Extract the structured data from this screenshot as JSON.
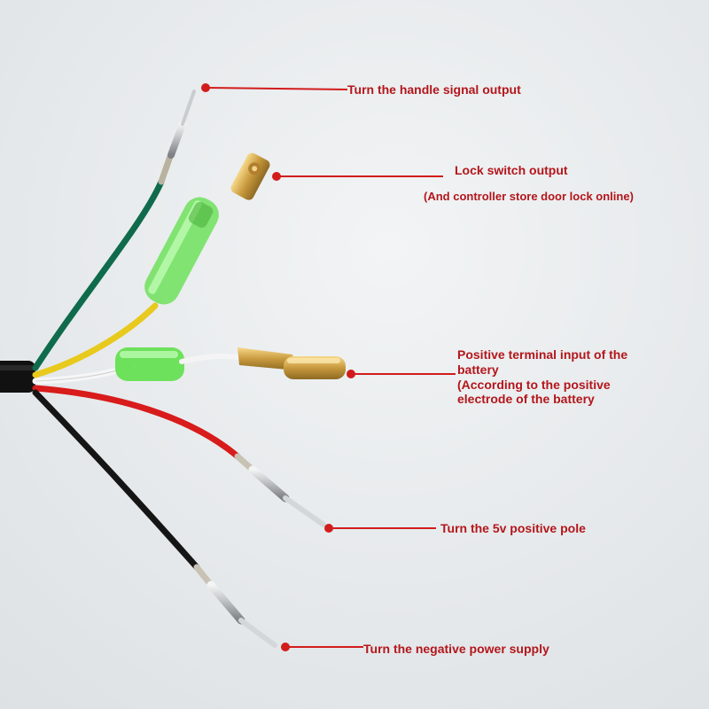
{
  "colors": {
    "callout": "#d21c1c",
    "label_text": "#b3161b",
    "background": "#e9ecee"
  },
  "labels": {
    "handle_signal": "Turn the handle signal output",
    "lock_switch": "Lock switch output",
    "lock_switch_note": "(And controller store door lock online)",
    "battery_line1": "Positive terminal input of the",
    "battery_line2": "battery",
    "battery_line3": "(According to the positive",
    "battery_line4": "electrode of the battery",
    "five_volt": "Turn the 5v positive pole",
    "negative_supply": "Turn the negative power supply"
  }
}
